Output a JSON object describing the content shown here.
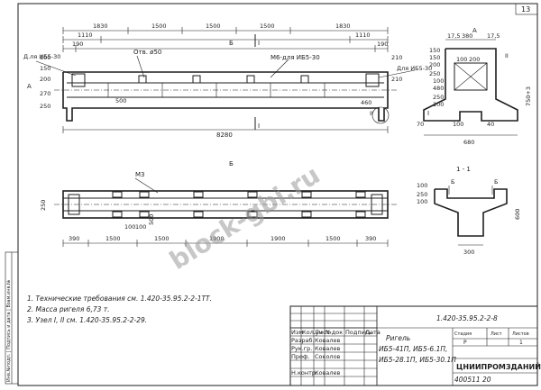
{
  "sheet": {
    "number": "13"
  },
  "elevation": {
    "dims_top": [
      "1830",
      "1500",
      "1500",
      "1500",
      "1830"
    ],
    "dims_second": [
      "1110",
      "1110"
    ],
    "dims_third": [
      "190",
      "190"
    ],
    "left_margin_dims": [
      "100",
      "150",
      "200",
      "270",
      "250"
    ],
    "right_margin_dims": [
      "210",
      "210"
    ],
    "hole_label": "Отв. ø50",
    "section_mark": "Б",
    "section_mark_1": "I",
    "label_left_top": "Д.ля ИБ5-30",
    "label_left_mid": "А",
    "label_m6": "М6-для ИБ5-30",
    "label_right": "Для ИБ5-30",
    "label_500": "500",
    "label_460": "460",
    "label_ii": "II",
    "dim_total": "8280",
    "marker_1": "I"
  },
  "plan": {
    "title": "Б",
    "label_m3": "М3",
    "dims_bottom": [
      "390",
      "1500",
      "1500",
      "1900",
      "1900",
      "1500",
      "390"
    ],
    "dim_100a": "100",
    "dim_100b": "100",
    "dim_500": "500",
    "dim_left": "250"
  },
  "view_a": {
    "title": "А",
    "dims_top": [
      "17,5",
      "380",
      "17,5"
    ],
    "dims_inner": [
      "100",
      "200"
    ],
    "dims_right": [
      "150",
      "150",
      "200",
      "250",
      "100",
      "480",
      "250",
      "100"
    ],
    "dims_bottom": [
      "680"
    ],
    "label_ii": "II",
    "dim_750": "750+3",
    "dim_70": "70",
    "dim_100": "100",
    "dim_40": "40",
    "marker": "I"
  },
  "section_1": {
    "title": "1 - 1",
    "label_b1": "Б",
    "label_b2": "Б",
    "dims_left": [
      "100",
      "250",
      "100"
    ],
    "dim_300": "300",
    "dim_600": "600"
  },
  "notes": [
    "1. Технические требования см. 1.420-35.95.2-2-1ТТ.",
    "2. Масса ригеля 6,73 т.",
    "3. Узел I, II см. 1.420-35.95.2-2-29."
  ],
  "side_stamp": "Инв.№подл. | Подпись и дата | Взам.инв.№",
  "title_block": {
    "code": "1.420-35.95.2-2-8",
    "header_row": [
      "Изм",
      "Кол.уч",
      "Лист",
      "№док",
      "Подпись",
      "Дата"
    ],
    "roles": [
      "Разраб.",
      "Рук.гр.",
      "Проф.",
      "Н.контр."
    ],
    "names": [
      "Ковалев",
      "Ковалев",
      "Соколов",
      "Ковалев"
    ],
    "title": "Ригель",
    "subtitle_1": "ИБ5-41П, ИБ5-6.1П,",
    "subtitle_2": "ИБ5-28.1П, ИБ5-30.1П",
    "stage_header": "Стадия",
    "sheet_header": "Лист",
    "sheets_header": "Листов",
    "stage_value": "Р",
    "sheet_value": "1",
    "org": "ЦНИИПРОМЗДАНИЙ",
    "archive": "400511  20"
  },
  "watermark": "block-gbi.ru"
}
